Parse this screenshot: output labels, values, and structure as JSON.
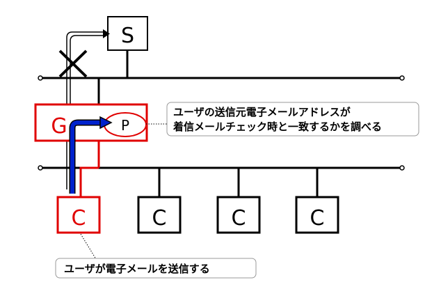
{
  "nodes": {
    "server_label": "S",
    "gateway_label": "G",
    "process_label": "P",
    "client_labels": [
      "C",
      "C",
      "C",
      "C"
    ]
  },
  "callouts": {
    "top_line1": "ユーザの送信元電子メールアドレスが",
    "top_line2": "着信メールチェック時と一致するかを調べる",
    "bottom": "ユーザが電子メールを送信する"
  },
  "colors": {
    "highlight": "#e00000",
    "flow": "#0022cc",
    "line": "#000000"
  }
}
